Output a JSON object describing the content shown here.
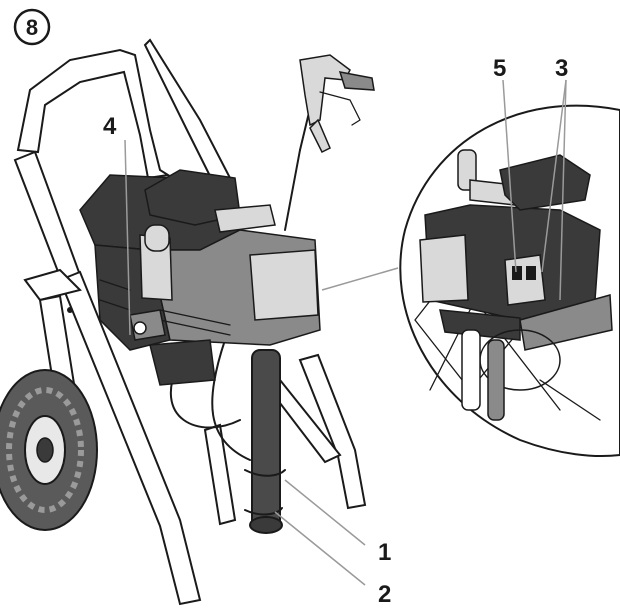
{
  "figure": {
    "step_number": "8",
    "callouts": {
      "c1": "1",
      "c2": "2",
      "c3": "3",
      "c4": "4",
      "c5": "5"
    }
  }
}
